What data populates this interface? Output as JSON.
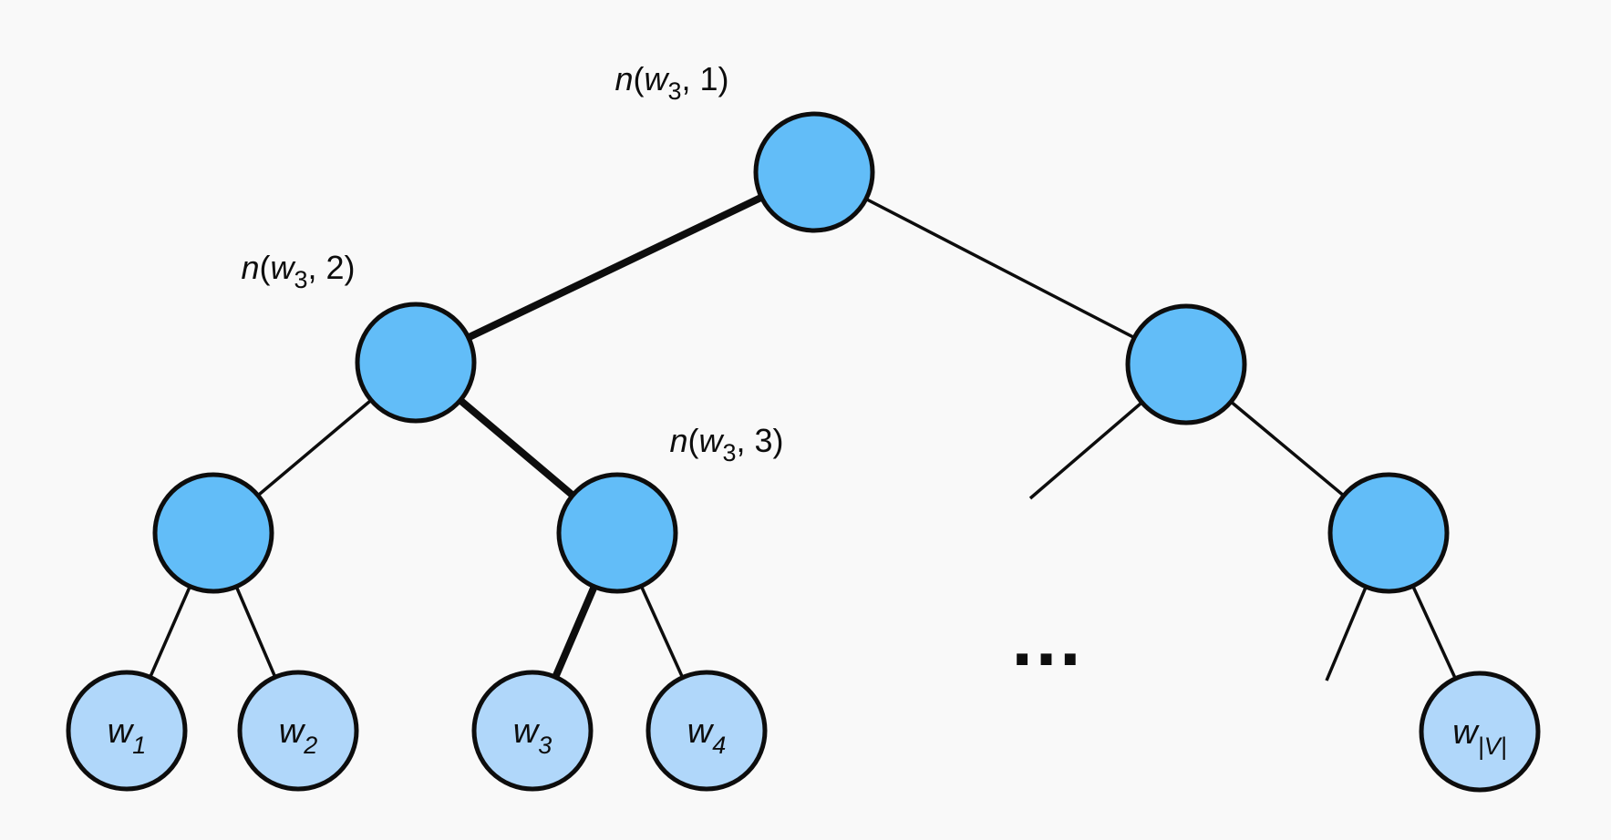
{
  "diagram": {
    "type": "binary-tree",
    "description": "Hierarchical softmax binary tree with bold path from root to leaf w3"
  },
  "colors": {
    "background": "#f9f9f9",
    "internal_node_fill": "#62bdf8",
    "leaf_node_fill": "#b0d7fa",
    "line": "#0d0d0d"
  },
  "labels": {
    "root": {
      "n": "n",
      "open": "(",
      "w": "w",
      "sub": "3",
      "rest": ", 1)"
    },
    "left_internal": {
      "n": "n",
      "open": "(",
      "w": "w",
      "sub": "3",
      "rest": ", 2)"
    },
    "path_internal": {
      "n": "n",
      "open": "(",
      "w": "w",
      "sub": "3",
      "rest": ", 3)"
    }
  },
  "leaves": {
    "w1": {
      "base": "w",
      "sub": "1"
    },
    "w2": {
      "base": "w",
      "sub": "2"
    },
    "w3": {
      "base": "w",
      "sub": "3"
    },
    "w4": {
      "base": "w",
      "sub": "4"
    },
    "wV": {
      "base": "w",
      "sub": "|V|"
    }
  },
  "ellipsis": "..."
}
